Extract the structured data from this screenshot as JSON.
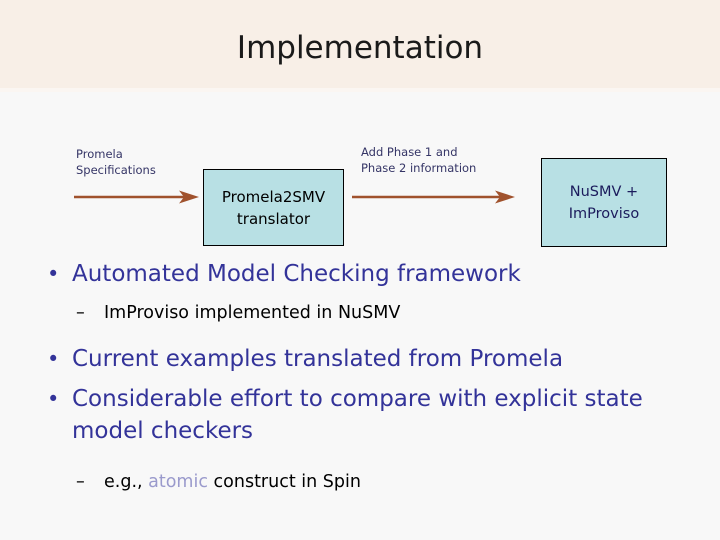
{
  "slide": {
    "title": "Implementation",
    "background_color": "#F8F8F8",
    "title_band_color": "#F8EFE7",
    "title_color": "#1A1A1A"
  },
  "diagram": {
    "labels": [
      {
        "name": "promela-specifications",
        "text": "Promela\nSpecifications",
        "color": "#353566"
      },
      {
        "name": "phase-information",
        "text": "Add Phase 1 and\nPhase 2 information",
        "color": "#353566"
      }
    ],
    "boxes": [
      {
        "name": "promela2smv-translator",
        "text": "Promela2SMV\ntranslator",
        "fill": "#B8E0E4",
        "border": "#000000",
        "text_color": "#000000"
      },
      {
        "name": "nusmv-improviso",
        "text": "NuSMV +\nImProviso",
        "fill": "#B8E0E4",
        "border": "#000000",
        "text_color": "#1B1B5C"
      }
    ],
    "arrows": [
      {
        "name": "arrow-specs-to-translator",
        "color": "#A0522D"
      },
      {
        "name": "arrow-translator-to-nusmv",
        "color": "#A0522D"
      }
    ]
  },
  "body": {
    "bullet_marker": "•",
    "dash_marker": "–",
    "bullet_color": "#333399",
    "sub_bullet_color": "#000000",
    "keyword_color": "#9A9ACC",
    "items": [
      {
        "level": 1,
        "text": "Automated Model Checking framework"
      },
      {
        "level": 2,
        "text": "ImProviso implemented in NuSMV"
      },
      {
        "level": 1,
        "text": "Current examples translated from Promela"
      },
      {
        "level": 1,
        "text": "Considerable effort to compare with explicit state model checkers"
      },
      {
        "level": 2,
        "text_before": "e.g., ",
        "keyword": "atomic",
        "text_after": " construct in Spin"
      }
    ]
  }
}
